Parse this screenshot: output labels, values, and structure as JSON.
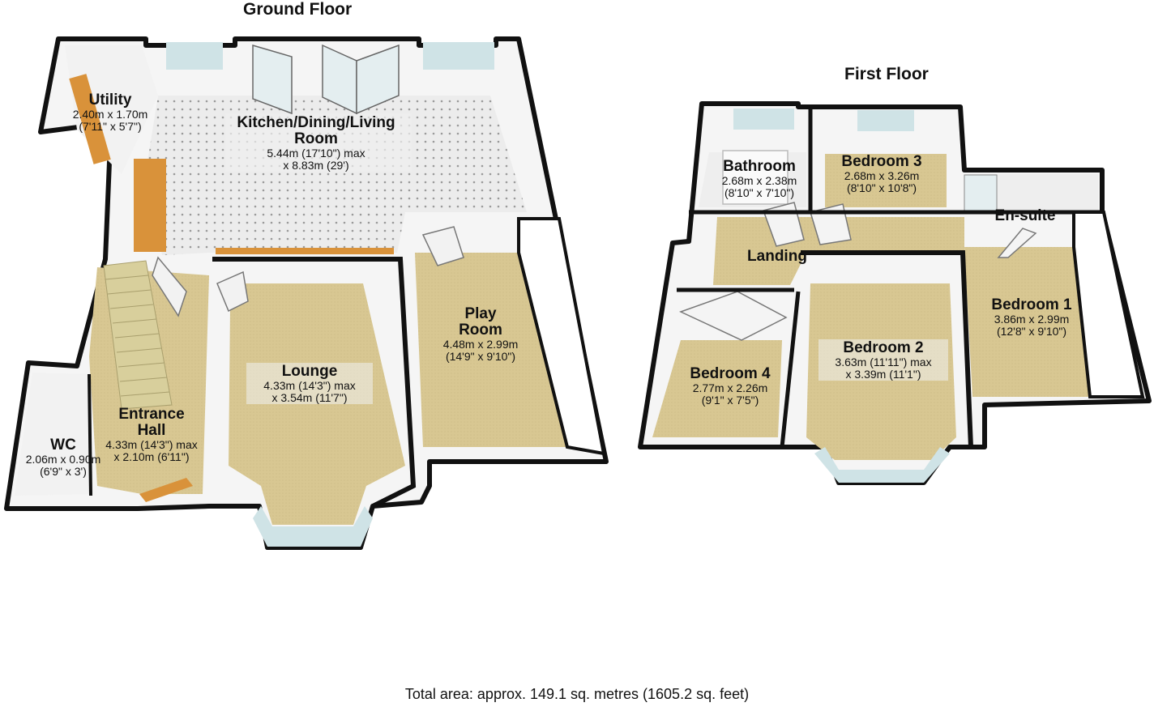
{
  "ground_floor": {
    "title": "Ground Floor",
    "rooms": [
      {
        "id": "utility",
        "name": "Utility",
        "dims": [
          "2.40m x 1.70m",
          "(7'11\" x 5'7\")"
        ]
      },
      {
        "id": "kitchen",
        "name": "Kitchen/Dining/Living Room",
        "name_lines": [
          "Kitchen/Dining/Living",
          "Room"
        ],
        "dims": [
          "5.44m (17'10\") max",
          "x 8.83m (29')"
        ]
      },
      {
        "id": "play",
        "name": "Play Room",
        "name_lines": [
          "Play",
          "Room"
        ],
        "dims": [
          "4.48m x 2.99m",
          "(14'9\" x 9'10\")"
        ]
      },
      {
        "id": "lounge",
        "name": "Lounge",
        "dims": [
          "4.33m (14'3\") max",
          "x 3.54m (11'7\")"
        ]
      },
      {
        "id": "hall",
        "name": "Entrance Hall",
        "name_lines": [
          "Entrance",
          "Hall"
        ],
        "dims": [
          "4.33m (14'3\") max",
          "x 2.10m (6'11\")"
        ]
      },
      {
        "id": "wc",
        "name": "WC",
        "dims": [
          "2.06m x 0.90m",
          "(6'9\" x 3')"
        ]
      }
    ]
  },
  "first_floor": {
    "title": "First Floor",
    "rooms": [
      {
        "id": "bathroom",
        "name": "Bathroom",
        "dims": [
          "2.68m x 2.38m",
          "(8'10\" x 7'10\")"
        ]
      },
      {
        "id": "bedroom3",
        "name": "Bedroom 3",
        "dims": [
          "2.68m x 3.26m",
          "(8'10\" x 10'8\")"
        ]
      },
      {
        "id": "ensuite",
        "name": "En-suite",
        "dims": []
      },
      {
        "id": "landing",
        "name": "Landing",
        "dims": []
      },
      {
        "id": "bedroom1",
        "name": "Bedroom 1",
        "dims": [
          "3.86m x 2.99m",
          "(12'8\" x 9'10\")"
        ]
      },
      {
        "id": "bedroom2",
        "name": "Bedroom 2",
        "dims": [
          "3.63m (11'11\") max",
          "x 3.39m (11'1\")"
        ]
      },
      {
        "id": "bedroom4",
        "name": "Bedroom 4",
        "dims": [
          "2.77m x 2.26m",
          "(9'1\" x 7'5\")"
        ]
      }
    ]
  },
  "footer": {
    "total_area": "Total area: approx. 149.1 sq. metres (1605.2 sq. feet)"
  },
  "colors": {
    "wall": "#111111",
    "wall_inner": "#f7f7f7",
    "carpet": "#d9c894",
    "tile": "#e9e9ea",
    "worktop": "#d9923a",
    "stairs": "#d8cf9c",
    "window": "#cfe3e6"
  }
}
